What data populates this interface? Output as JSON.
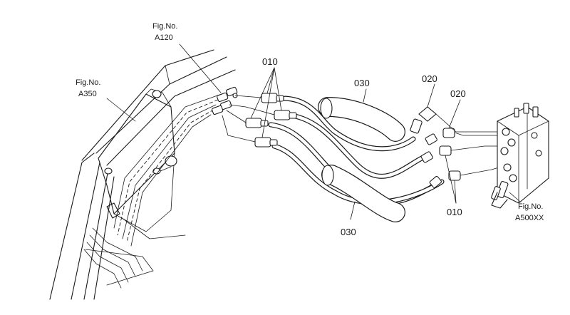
{
  "callouts": {
    "fig_a120": {
      "line1": "Fig.No.",
      "line2": "A120"
    },
    "fig_a350": {
      "line1": "Fig.No.",
      "line2": "A350"
    },
    "fig_a500xx": {
      "line1": "Fig.No.",
      "line2": "A500XX"
    },
    "part_010_top": "010",
    "part_030_top": "030",
    "part_020_a": "020",
    "part_020_b": "020",
    "part_010_bottom": "010",
    "part_030_bottom": "030"
  },
  "colors": {
    "line": "#1a1a1a",
    "paper": "#ffffff"
  }
}
